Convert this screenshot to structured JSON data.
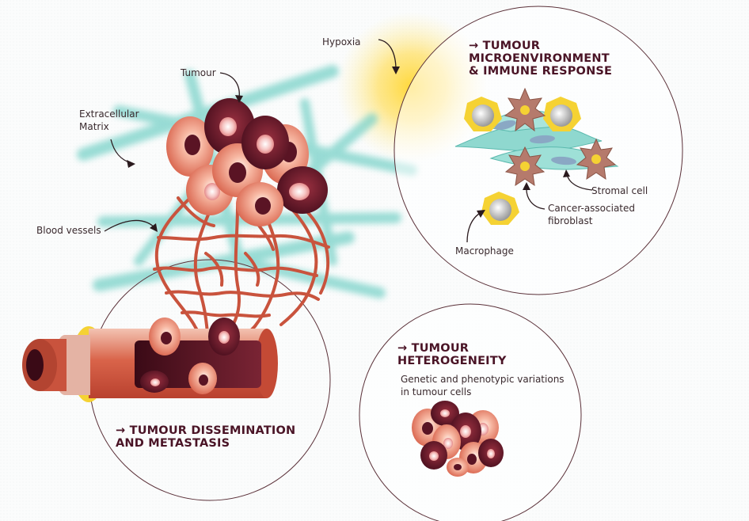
{
  "labels": {
    "hypoxia": "Hypoxia",
    "tumour": "Tumour",
    "ecm_line1": "Extracellular",
    "ecm_line2": "Matrix",
    "blood_vessels": "Blood vessels",
    "stromal_cell": "Stromal cell",
    "caf_line1": "Cancer-associated",
    "caf_line2": "fibroblast",
    "macrophage": "Macrophage",
    "heterogeneity_desc_line1": "Genetic and phenotypic variations",
    "heterogeneity_desc_line2": "in tumour cells"
  },
  "headings": {
    "arrow": "→",
    "microenv_line1": "TUMOUR",
    "microenv_line2": "MICROENVIRONMENT",
    "microenv_line3": "& IMMUNE RESPONSE",
    "heterogeneity_line1": "TUMOUR",
    "heterogeneity_line2": "HETEROGENEITY",
    "dissemination_line1": "TUMOUR DISSEMINATION",
    "dissemination_line2": "AND METASTASIS"
  },
  "colors": {
    "heading": "#4a1426",
    "label": "#3a2a2e",
    "ecm_fiber": "#6fd0c8",
    "vessel": "#c9533d",
    "tumour_dark": "#5a1424",
    "tumour_light": "#e0785f",
    "hypoxia_glow": "#ffd83a",
    "macrophage_ring": "#f5d233",
    "circle_stroke": "#5a3038"
  }
}
